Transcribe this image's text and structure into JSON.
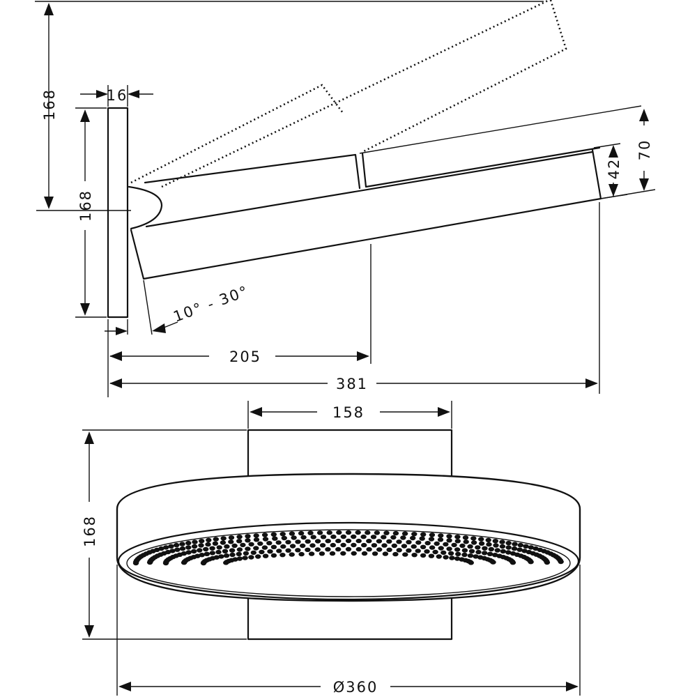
{
  "drawing": {
    "side_view": {
      "overall_height": "168",
      "wall_plate_thickness": "16",
      "wall_plate_height": "168",
      "arm_depth": "205",
      "total_projection": "381",
      "head_height_outer": "70",
      "head_height_inner": "42",
      "tilt_range": "10° - 30°"
    },
    "front_view": {
      "mount_width": "158",
      "overall_height": "168",
      "head_diameter": "Ø360"
    }
  }
}
